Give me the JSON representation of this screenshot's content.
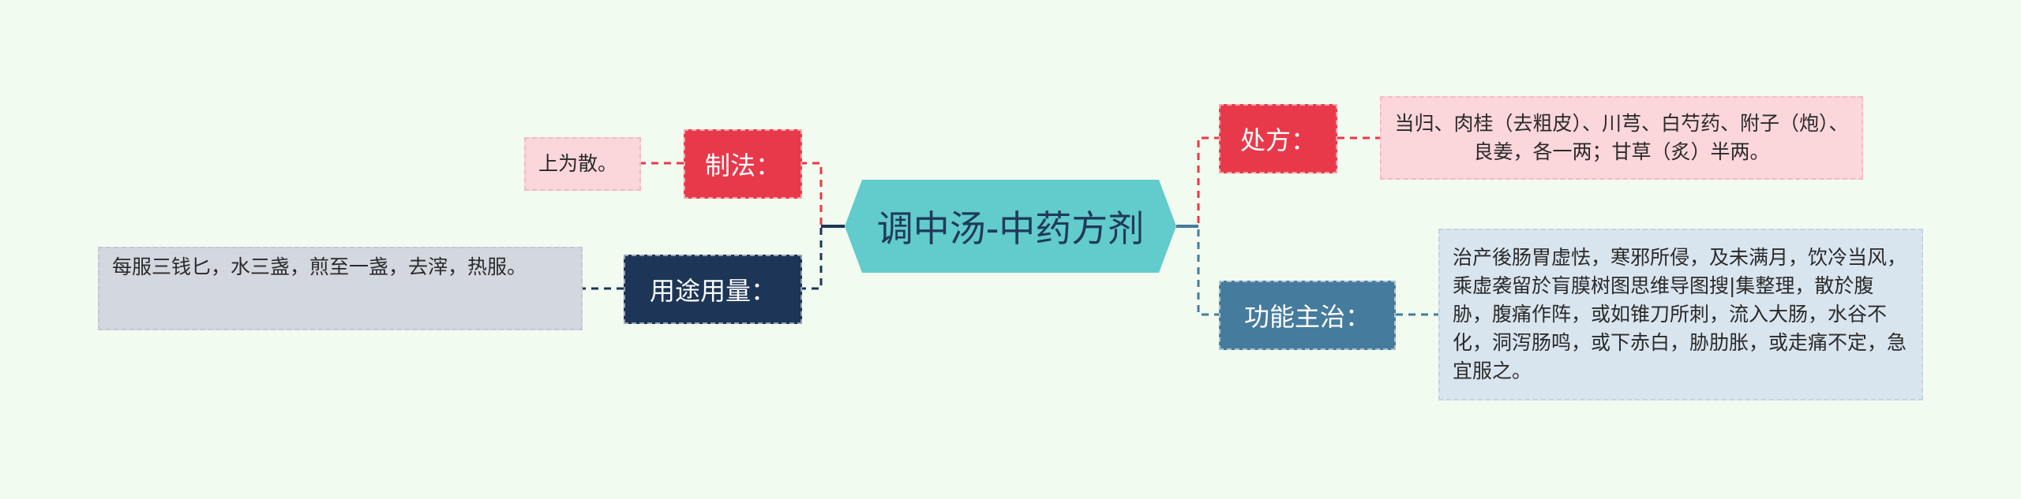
{
  "center": {
    "title": "调中汤-中药方剂"
  },
  "branches": {
    "zhifa": {
      "label": "制法："
    },
    "yongtu": {
      "label": "用途用量："
    },
    "chufang": {
      "label": "处方："
    },
    "gongneng": {
      "label": "功能主治："
    }
  },
  "leaves": {
    "zhifa": "上为散。",
    "yongtu": "每服三钱匕，水三盏，煎至一盏，去滓，热服。",
    "chufang": "当归、肉桂（去粗皮）、川芎、白芍药、附子（炮）、良姜，各一两；甘草（炙）半两。",
    "gongneng": "治产後肠胃虚怯，寒邪所侵，及未满月，饮冷当风，乘虚袭留於肓膜树图思维导图搜|集整理，散於腹胁，腹痛作阵，或如锥刀所刺，流入大肠，水谷不化，洞泻肠鸣，或下赤白，胁肋胀，或走痛不定，急宜服之。"
  },
  "colors": {
    "background": "#f1fbef",
    "center": "#62cbcb",
    "red": "#e8394a",
    "navy": "#1d3557",
    "blue": "#457b9d"
  }
}
